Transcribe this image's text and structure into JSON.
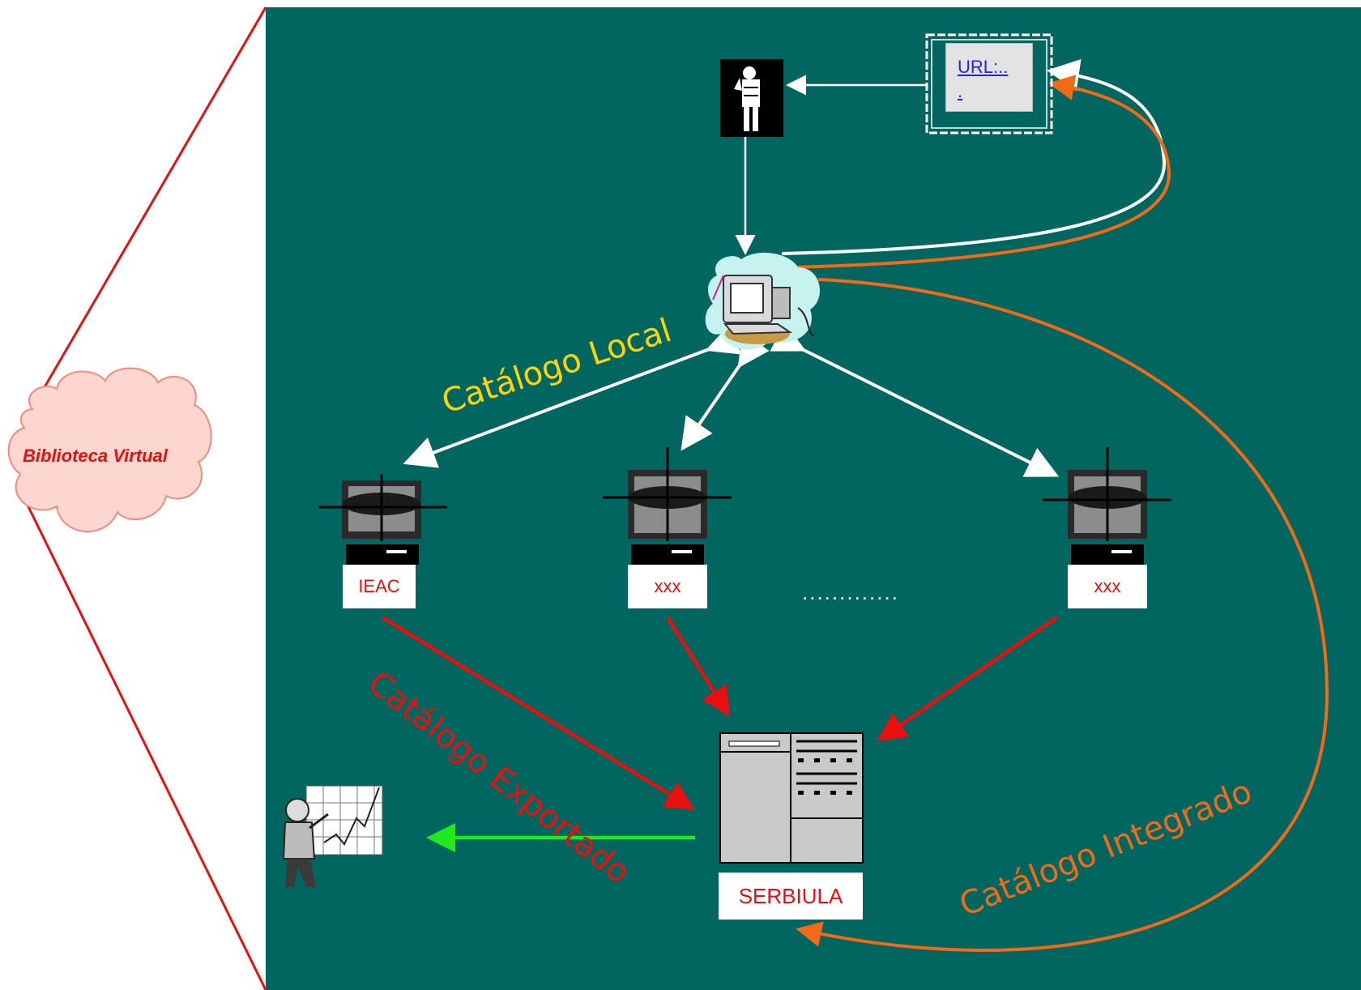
{
  "cloud_label": "Biblioteca Virtual",
  "url_text": "URL:..\n.",
  "nodes": {
    "ieac": "IEAC",
    "xxx_center": "xxx",
    "xxx_right": "xxx",
    "serbiula": "SERBIULA"
  },
  "ellipsis": ".............",
  "edge_labels": {
    "local": "Catálogo Local",
    "exportado": "Catálogo Exportado",
    "integrado": "Catálogo Integrado"
  },
  "colors": {
    "panel": "#00665f",
    "red": "#e8100e",
    "orange": "#f26a18",
    "yellow": "#ffd400",
    "green": "#22e81e",
    "white": "#ffffff"
  }
}
